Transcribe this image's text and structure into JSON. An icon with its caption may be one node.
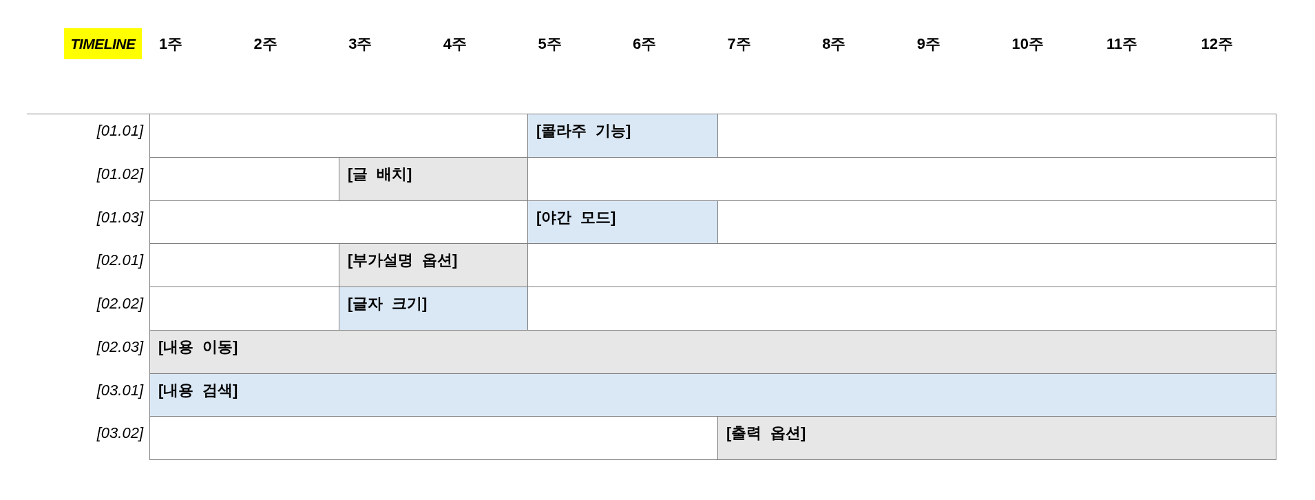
{
  "diagram": {
    "nodes": [
      {
        "text": [
          "[콜라주 기능]"
        ]
      },
      {
        "text": [
          "[글 배치]"
        ]
      },
      {
        "text": [
          "[야간 모드]"
        ]
      },
      {
        "text": [
          "[부가설명 옵션]"
        ]
      },
      {
        "text": [
          "[글자 크기]"
        ]
      },
      {
        "text": [
          "[내용 이동]"
        ]
      },
      {
        "text": [
          "[내용 검색]"
        ]
      },
      {
        "text": [
          "[출력 옵션]"
        ]
      }
    ],
    "labels": [
      "TIMELINE",
      "1주",
      "2주",
      "3주",
      "4주",
      "5주",
      "6주",
      "7주",
      "8주",
      "9주",
      "10주",
      "11주",
      "12주",
      "[01.01]",
      "[01.02]",
      "[01.03]",
      "[02.01]",
      "[02.02]",
      "[02.03]",
      "[03.01]",
      "[03.02]"
    ]
  }
}
